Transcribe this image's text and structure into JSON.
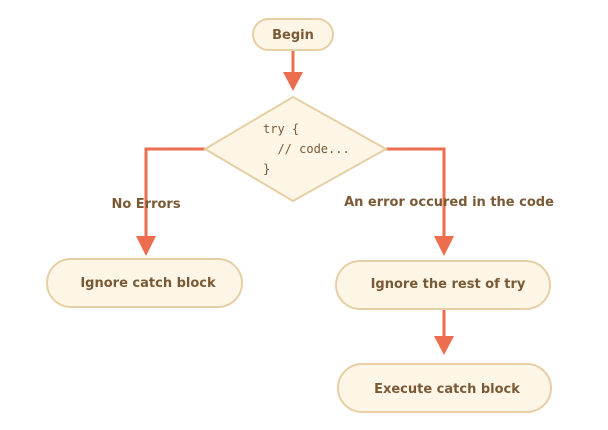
{
  "nodes": {
    "begin": "Begin",
    "try_block": {
      "line1": "try {",
      "line2": "  // code...",
      "line3": "}"
    },
    "ignore_catch": "Ignore catch block",
    "ignore_rest": "Ignore the rest of try",
    "execute_catch": "Execute catch block"
  },
  "edges": {
    "no_errors": "No Errors",
    "error_occured": "An error occured in the code"
  },
  "colors": {
    "node_fill": "#fdf5e6",
    "node_stroke": "#e6cfa5",
    "text": "#7a5a36",
    "arrow": "#ec6e4e"
  }
}
